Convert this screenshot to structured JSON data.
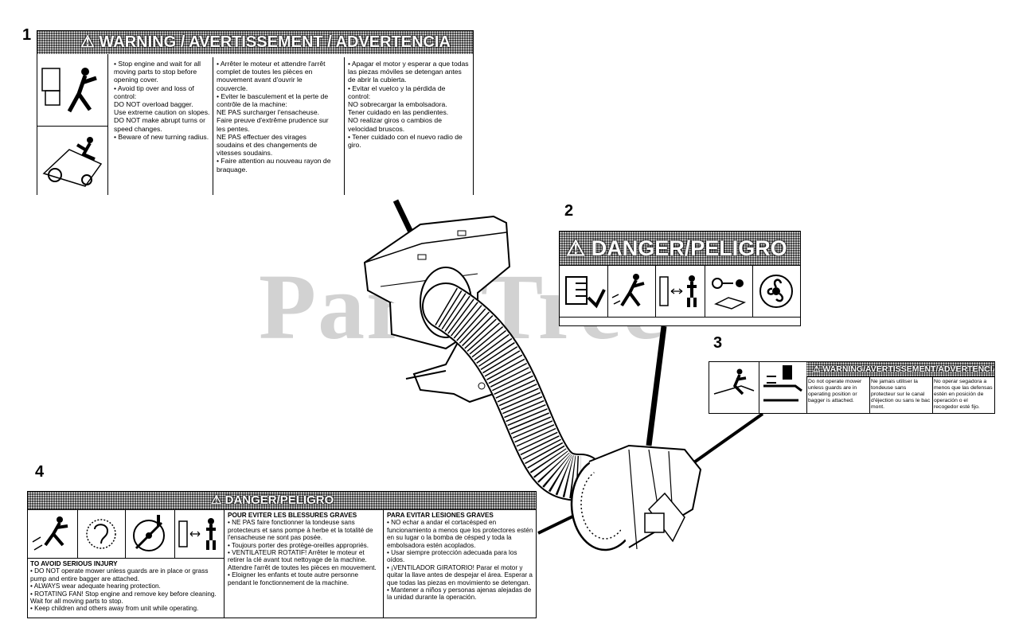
{
  "watermark": "PartsTree",
  "callouts": {
    "n1": "1",
    "n2": "2",
    "n3": "3",
    "n4": "4"
  },
  "decal1": {
    "banner": "⚠ WARNING / AVERTISSEMENT / ADVERTENCIA",
    "english": [
      "• Stop engine and wait for all moving parts to stop before opening cover.",
      "• Avoid tip over and loss of control:",
      "DO NOT overload bagger.",
      "Use extreme caution on slopes.",
      "DO NOT make abrupt turns or speed changes.",
      "• Beware of new turning radius."
    ],
    "french": [
      "• Arrêter le moteur et attendre l'arrêt complet de toutes les pièces en mouvement avant d'ouvrir le couvercle.",
      "• Eviter le basculement et la perte de contrôle de la machine:",
      "NE PAS surcharger l'ensacheuse.",
      "Faire preuve d'extrême prudence sur les pentes.",
      "NE PAS effectuer des virages soudains et des changements de vitesses soudains.",
      "• Faire attention au nouveau rayon de braquage."
    ],
    "spanish": [
      "• Apagar el motor y esperar a que todas las piezas móviles se detengan antes de abrir la cubierta.",
      "• Evitar el vuelco y la pérdida de control:",
      "NO sobrecargar la embolsadora.",
      "Tener cuidado en las pendientes.",
      "NO realizar giros o cambios de velocidad bruscos.",
      "• Tener cuidado con el nuevo radio de giro."
    ]
  },
  "decal2": {
    "banner": "⚠ DANGER/PELIGRO"
  },
  "decal3": {
    "banner": "⚠ WARNING/AVERTISSEMENT/ADVERTENCIA",
    "english": "Do not operate mower unless guards are in operating position or bagger is attached.",
    "french": "Ne jamais utiliser la tondeuse sans protecteur sur le canal d'éjection ou sans le bac mont.",
    "spanish": "No operar segadora a menos que las defensas estén en posición de operación o el recogedor esté fijo."
  },
  "decal4": {
    "banner": "⚠ DANGER/PELIGRO",
    "english_heading": "TO AVOID SERIOUS INJURY",
    "english": [
      "• DO NOT operate mower unless guards are in place or grass pump and entire bagger are attached.",
      "• ALWAYS wear adequate hearing protection.",
      "• ROTATING FAN! Stop engine and remove key before cleaning. Wait for all moving parts to stop.",
      "• Keep children and others away from unit while operating."
    ],
    "french_heading": "POUR EVITER LES BLESSURES GRAVES",
    "french": [
      "• NE PAS faire fonctionner la tondeuse sans protecteurs et sans pompe à herbe et la totalité de l'ensacheuse ne sont pas posée.",
      "• Toujours porter des protège-oreilles appropriés.",
      "• VENTILATEUR ROTATIF! Arrêter le moteur et retirer la clé avant tout nettoyage de la machine. Attendre l'arrêt de toutes les pièces en mouvement.",
      "• Eloigner les enfants et toute autre personne pendant le fonctionnement de la machine."
    ],
    "spanish_heading": "PARA EVITAR LESIONES GRAVES",
    "spanish": [
      "• NO echar a andar el cortacésped en funcionamiento a menos que los protectores estén en su lugar o la bomba de césped y toda la embolsadora estén acoplados.",
      "• Usar siempre protección adecuada para los oídos.",
      "• ¡VENTILADOR GIRATORIO! Parar el motor y quitar la llave antes de despejar el área. Esperar a que todas las piezas en movimiento se detengan.",
      "• Mantener a niños y personas ajenas alejadas de la unidad durante la operación."
    ]
  }
}
